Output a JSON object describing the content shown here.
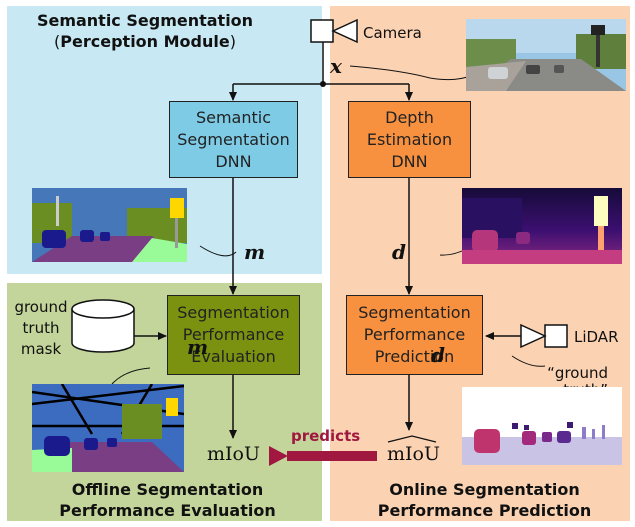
{
  "titles": {
    "perception_line1": "Semantic Segmentation",
    "perception_line2_open": "(",
    "perception_line2_bold": "Perception Module",
    "perception_line2_close": ")",
    "offline_line1": "Offline Segmentation",
    "offline_line2": "Performance Evaluation",
    "online_line1": "Online Segmentation",
    "online_line2": "Performance Prediction"
  },
  "labels": {
    "camera": "Camera",
    "lidar": "LiDAR",
    "ground_truth_mask": "ground\ntruth\nmask",
    "ground_truth_depth": "“ground\ntruth”\ndepth",
    "predicts": "predicts"
  },
  "boxes": {
    "semantic_dnn": "Semantic\nSegmentation\nDNN",
    "depth_dnn": "Depth\nEstimation\nDNN",
    "seg_eval": "Segmentation\nPerformance\nEvaluation",
    "seg_pred": "Segmentation\nPerformance\nPrediction"
  },
  "math": {
    "x": "x",
    "m": "m",
    "d": "d",
    "m_bar": "m",
    "d_bar": "d",
    "miou": "mIoU",
    "miou_hat": "mIoU"
  },
  "colors": {
    "blue_region": "#c8e8f3",
    "orange_region": "#fbd3b3",
    "green_region": "#c3d59a",
    "semantic_box": "#7ecbe6",
    "depth_box": "#f7913f",
    "eval_box": "#7b9210",
    "pred_box": "#f7913f",
    "predicts_arrow": "#a01840"
  }
}
